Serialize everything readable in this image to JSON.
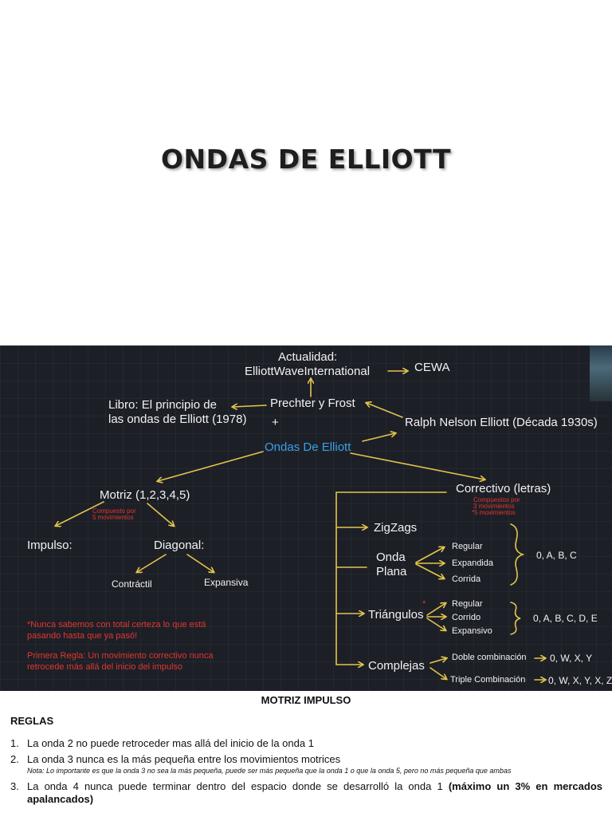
{
  "title": "ONDAS DE ELLIOTT",
  "diagram": {
    "actualidad": "Actualidad:",
    "ewi": "ElliottWaveInternational",
    "cewa": "CEWA",
    "libro_1": "Libro: El principio de",
    "libro_2": "las ondas de Elliott (1978)",
    "prechter": "Prechter y Frost",
    "plus": "+",
    "ralph": "Ralph Nelson Elliott (Década 1930s)",
    "ondas": "Ondas De Elliott",
    "motriz": "Motriz (1,2,3,4,5)",
    "motriz_note_1": "Compuesto por",
    "motriz_note_2": "5 movimientos",
    "correctivo": "Correctivo (letras)",
    "correctivo_note_1": "Compuestos por",
    "correctivo_note_2": "3 movimientos",
    "correctivo_note_3": "*5 movimientos",
    "impulso": "Impulso:",
    "diagonal": "Diagonal:",
    "contractil": "Contráctil",
    "expansiva": "Expansiva",
    "note_1a": "*Nunca sabemos con total certeza lo que está",
    "note_1b": "pasando hasta que ya pasó!",
    "note_2a": "Primera Regla: Un movimiento correctivo nunca",
    "note_2b": "retrocede más allá del inicio del impulso",
    "zigzags": "ZigZags",
    "onda": "Onda",
    "plana": "Plana",
    "plana_regular": "Regular",
    "plana_expandida": "Expandida",
    "plana_corrida": "Corrida",
    "plana_letters": "0, A, B, C",
    "triangulos": "Triángulos",
    "triangulos_mark": "*",
    "tri_regular": "Regular",
    "tri_corrido": "Corrido",
    "tri_expansivo": "Expansivo",
    "tri_letters": "0, A, B, C, D, E",
    "complejas": "Complejas",
    "doble": "Doble combinación",
    "doble_letters": "0, W, X, Y",
    "triple": "Triple Combinación",
    "triple_letters": "0, W, X, Y, X, Z"
  },
  "caption": "MOTRIZ IMPULSO",
  "reglas_heading": "REGLAS",
  "rules": [
    {
      "num": "1.",
      "text": "La onda 2 no puede retroceder mas allá del inicio de la onda 1"
    },
    {
      "num": "2.",
      "text": "La onda 3 nunca es la más pequeña entre los movimientos motrices"
    },
    {
      "num": "3.",
      "text": "La onda 4 nunca puede terminar dentro del espacio donde se desarrolló la onda 1",
      "bold": "(máximo un 3% en mercados apalancados)"
    }
  ],
  "nota": "Nota: Lo importante es que la onda 3 no sea la más pequeña, puede ser más pequeña que la onda 1 o que la onda 5, pero no más pequeña que ambas",
  "colors": {
    "board": "#1d1f27",
    "arrow": "#e3c64a",
    "blue_text": "#3aa0e8",
    "red_text": "#e0372f"
  }
}
